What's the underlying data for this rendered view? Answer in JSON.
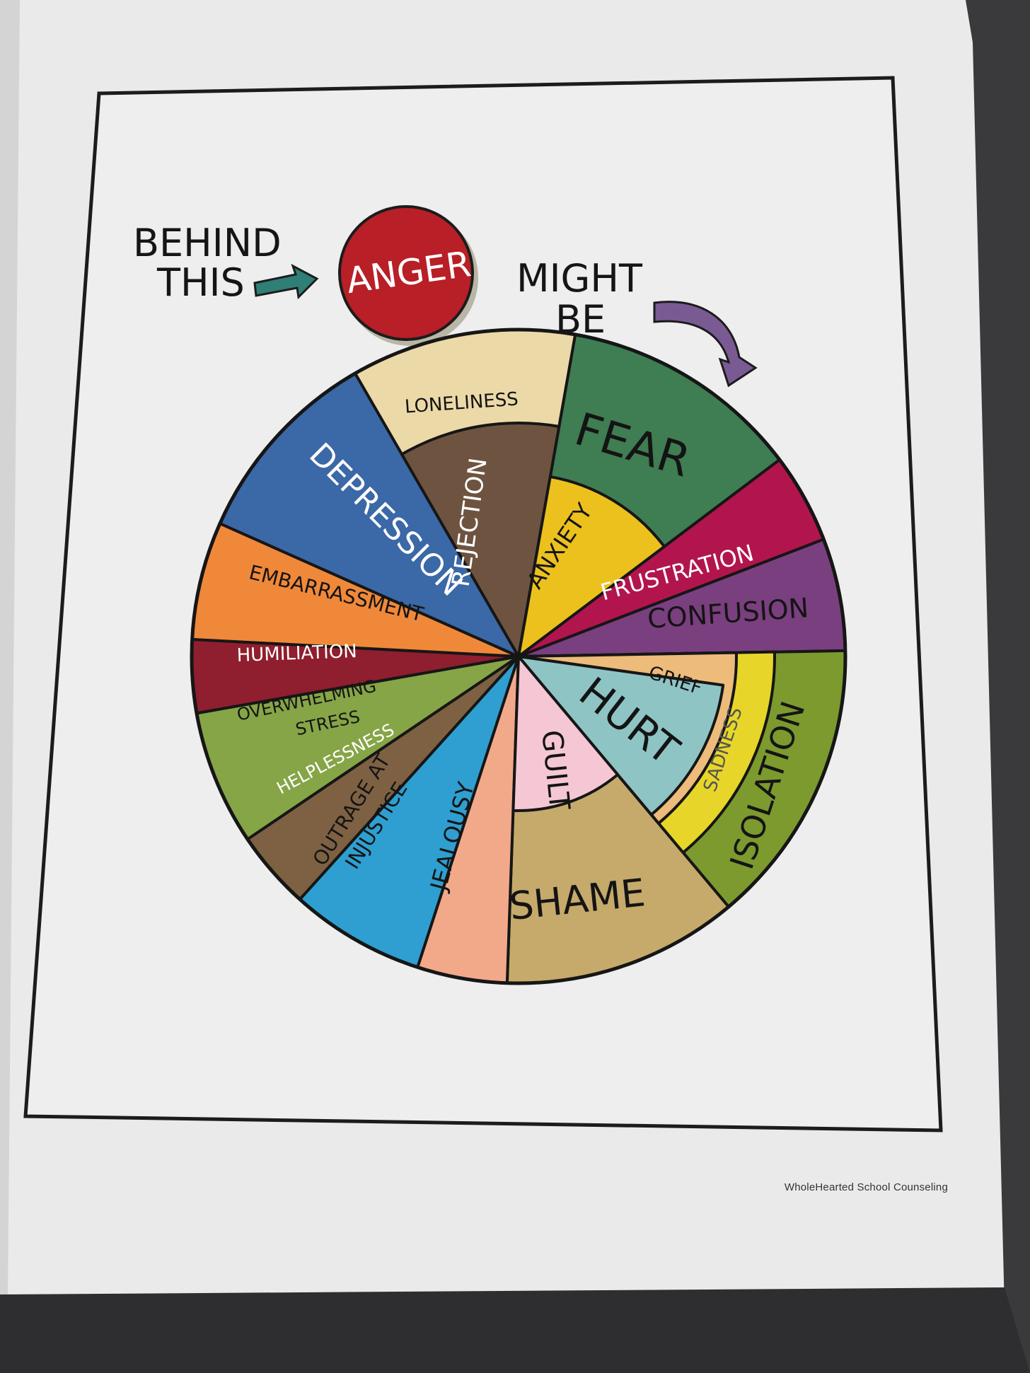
{
  "header": {
    "behind_line1": "BEHIND",
    "behind_line2": "THIS",
    "anger_label": "ANGER",
    "might_line1": "MIGHT",
    "might_line2": "BE"
  },
  "wheel": {
    "labels": {
      "loneliness": "LONELINESS",
      "fear": "FEAR",
      "frustration": "FRUSTRATION",
      "confusion": "CONFUSION",
      "isolation": "ISOLATION",
      "shame": "SHAME",
      "jealousy": "JEALOUSY",
      "outrage_line1": "OUTRAGE AT",
      "outrage_line2": "INJUSTICE",
      "helplessness": "HELPLESSNESS",
      "stress_line1": "OVERWHELMING",
      "stress_line2": "STRESS",
      "humiliation": "HUMILIATION",
      "embarrassment": "EMBARRASSMENT",
      "depression": "DEPRESSION",
      "rejection": "REJECTION",
      "anxiety": "ANXIETY",
      "grief": "GRIEF",
      "sadness": "SADNESS",
      "hurt": "HURT",
      "guilt": "GUILT"
    }
  },
  "footer": {
    "brand": "WholeHearted School Counseling"
  },
  "colors": {
    "anger": "#b81f27",
    "arrow_left": "#2f7f76",
    "arrow_right": "#7a5a93",
    "loneliness": "#ecd9a8",
    "fear": "#3f7d52",
    "frustration": "#b2154d",
    "confusion": "#7a3f7f",
    "isolation": "#7c9a2e",
    "shame": "#c6aa6b",
    "jealousy": "#f2a98a",
    "outrage": "#2e9fd0",
    "helplessness": "#7d6142",
    "stress": "#86a547",
    "humiliation": "#8f1e2e",
    "embarrassment": "#f0883a",
    "depression": "#3b68a6",
    "rejection": "#6e5440",
    "anxiety": "#ecc11d",
    "grief": "#edbb7a",
    "sadness": "#e7d629",
    "hurt": "#8fc4c4",
    "guilt": "#f5c6d4"
  }
}
